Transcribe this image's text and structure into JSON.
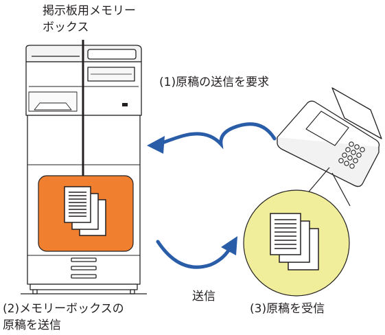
{
  "labels": {
    "board_line1": "掲示板用メモリー",
    "board_line2": "ボックス",
    "request": "(1)原稿の送信を要求",
    "send_line1": "(2)メモリーボックスの",
    "send_line2": "原稿を送信",
    "transmit": "送信",
    "receive": "(3)原稿を受信"
  },
  "colors": {
    "memory_box": "#f07f2f",
    "receiving_circle": "#f0ee9a",
    "arrow": "#2a5da8",
    "outline": "#231f20"
  },
  "icons": {
    "copier": "multifunction-printer-icon",
    "fax": "fax-machine-icon",
    "documents": "document-stack-icon"
  }
}
